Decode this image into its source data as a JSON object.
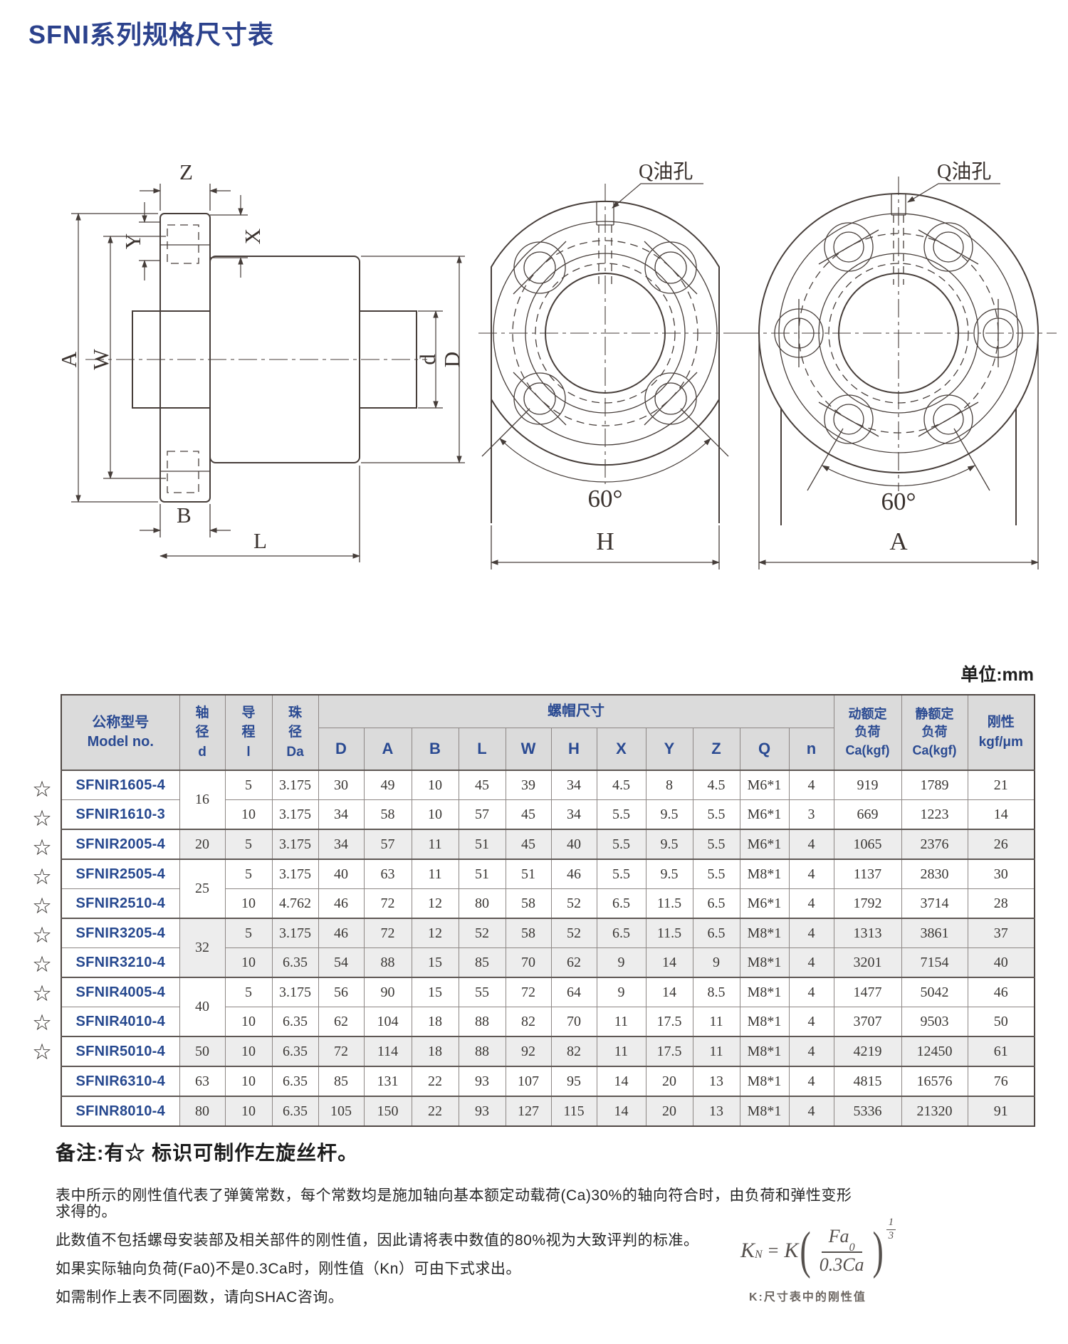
{
  "page": {
    "title": "SFNI系列规格尺寸表",
    "unit_label": "单位:mm"
  },
  "drawings": {
    "side": {
      "z": "Z",
      "x": "X",
      "y": "Y",
      "a": "A",
      "w": "W",
      "b": "B",
      "l": "L",
      "d": "d",
      "dd": "D"
    },
    "front4": {
      "oil": "Q油孔",
      "angle": "60°",
      "width": "H"
    },
    "front6": {
      "oil": "Q油孔",
      "angle": "60°",
      "width": "A"
    }
  },
  "table": {
    "star_glyph": "☆",
    "headers": {
      "model_cn": "公称型号",
      "model_en": "Model no.",
      "shaft_lines": [
        "轴",
        "径",
        "d"
      ],
      "lead_lines": [
        "导",
        "程",
        "l"
      ],
      "ball_lines": [
        "珠",
        "径",
        "Da"
      ],
      "nut_dims_label": "螺帽尺寸",
      "nut_dims": [
        "D",
        "A",
        "B",
        "L",
        "W",
        "H",
        "X",
        "Y",
        "Z",
        "Q",
        "n"
      ],
      "dyn_lines": [
        "动额定",
        "负荷",
        "Ca(kgf)"
      ],
      "sta_lines": [
        "静额定",
        "负荷",
        "Ca(kgf)"
      ],
      "rig_lines": [
        "刚性",
        "kgf/μm"
      ]
    },
    "rows": [
      {
        "star": true,
        "shaded": false,
        "model": "SFNIR1605-4",
        "d": "16",
        "d_span": 2,
        "values": [
          "5",
          "3.175",
          "30",
          "49",
          "10",
          "45",
          "39",
          "34",
          "4.5",
          "8",
          "4.5",
          "M6*1",
          "4",
          "919",
          "1789",
          "21"
        ]
      },
      {
        "star": true,
        "shaded": false,
        "model": "SFNIR1610-3",
        "d": null,
        "d_span": 1,
        "values": [
          "10",
          "3.175",
          "34",
          "58",
          "10",
          "57",
          "45",
          "34",
          "5.5",
          "9.5",
          "5.5",
          "M6*1",
          "3",
          "669",
          "1223",
          "14"
        ]
      },
      {
        "star": true,
        "shaded": true,
        "model": "SFNIR2005-4",
        "d": "20",
        "d_span": 1,
        "values": [
          "5",
          "3.175",
          "34",
          "57",
          "11",
          "51",
          "45",
          "40",
          "5.5",
          "9.5",
          "5.5",
          "M6*1",
          "4",
          "1065",
          "2376",
          "26"
        ]
      },
      {
        "star": true,
        "shaded": false,
        "model": "SFNIR2505-4",
        "d": "25",
        "d_span": 2,
        "values": [
          "5",
          "3.175",
          "40",
          "63",
          "11",
          "51",
          "51",
          "46",
          "5.5",
          "9.5",
          "5.5",
          "M8*1",
          "4",
          "1137",
          "2830",
          "30"
        ]
      },
      {
        "star": true,
        "shaded": false,
        "model": "SFNIR2510-4",
        "d": null,
        "d_span": 1,
        "values": [
          "10",
          "4.762",
          "46",
          "72",
          "12",
          "80",
          "58",
          "52",
          "6.5",
          "11.5",
          "6.5",
          "M6*1",
          "4",
          "1792",
          "3714",
          "28"
        ]
      },
      {
        "star": true,
        "shaded": true,
        "model": "SFNIR3205-4",
        "d": "32",
        "d_span": 2,
        "values": [
          "5",
          "3.175",
          "46",
          "72",
          "12",
          "52",
          "58",
          "52",
          "6.5",
          "11.5",
          "6.5",
          "M8*1",
          "4",
          "1313",
          "3861",
          "37"
        ]
      },
      {
        "star": true,
        "shaded": true,
        "model": "SFNIR3210-4",
        "d": null,
        "d_span": 1,
        "values": [
          "10",
          "6.35",
          "54",
          "88",
          "15",
          "85",
          "70",
          "62",
          "9",
          "14",
          "9",
          "M8*1",
          "4",
          "3201",
          "7154",
          "40"
        ]
      },
      {
        "star": true,
        "shaded": false,
        "model": "SFNIR4005-4",
        "d": "40",
        "d_span": 2,
        "values": [
          "5",
          "3.175",
          "56",
          "90",
          "15",
          "55",
          "72",
          "64",
          "9",
          "14",
          "8.5",
          "M8*1",
          "4",
          "1477",
          "5042",
          "46"
        ]
      },
      {
        "star": true,
        "shaded": false,
        "model": "SFNIR4010-4",
        "d": null,
        "d_span": 1,
        "values": [
          "10",
          "6.35",
          "62",
          "104",
          "18",
          "88",
          "82",
          "70",
          "11",
          "17.5",
          "11",
          "M8*1",
          "4",
          "3707",
          "9503",
          "50"
        ]
      },
      {
        "star": true,
        "shaded": true,
        "model": "SFNIR5010-4",
        "d": "50",
        "d_span": 1,
        "values": [
          "10",
          "6.35",
          "72",
          "114",
          "18",
          "88",
          "92",
          "82",
          "11",
          "17.5",
          "11",
          "M8*1",
          "4",
          "4219",
          "12450",
          "61"
        ]
      },
      {
        "star": false,
        "shaded": false,
        "model": "SFNIR6310-4",
        "d": "63",
        "d_span": 1,
        "values": [
          "10",
          "6.35",
          "85",
          "131",
          "22",
          "93",
          "107",
          "95",
          "14",
          "20",
          "13",
          "M8*1",
          "4",
          "4815",
          "16576",
          "76"
        ]
      },
      {
        "star": false,
        "shaded": true,
        "model": "SFINR8010-4",
        "d": "80",
        "d_span": 1,
        "values": [
          "10",
          "6.35",
          "105",
          "150",
          "22",
          "93",
          "127",
          "115",
          "14",
          "20",
          "13",
          "M8*1",
          "4",
          "5336",
          "21320",
          "91"
        ]
      }
    ]
  },
  "notes": {
    "remark_title": "备注:有☆ 标识可制作左旋丝杆。",
    "lines": [
      "表中所示的刚性值代表了弹簧常数，每个常数均是施加轴向基本额定动载荷(Ca)30%的轴向符合时，由负荷和弹性变形求得的。",
      "此数值不包括螺母安装部及相关部件的刚性值，因此请将表中数值的80%视为大致评判的标准。",
      "如果实际轴向负荷(Fa0)不是0.3Ca时，刚性值（Kn）可由下式求出。",
      "如需制作上表不同圈数，请向SHAC咨询。"
    ],
    "formula": {
      "lhs": "K",
      "lhs_sub": "N",
      "equals": "=",
      "coeff": "K",
      "num_main": "Fa",
      "num_sub": "0",
      "den": "0.3Ca",
      "exp_num": "1",
      "exp_den": "3",
      "caption": "K:尺寸表中的刚性值"
    }
  }
}
